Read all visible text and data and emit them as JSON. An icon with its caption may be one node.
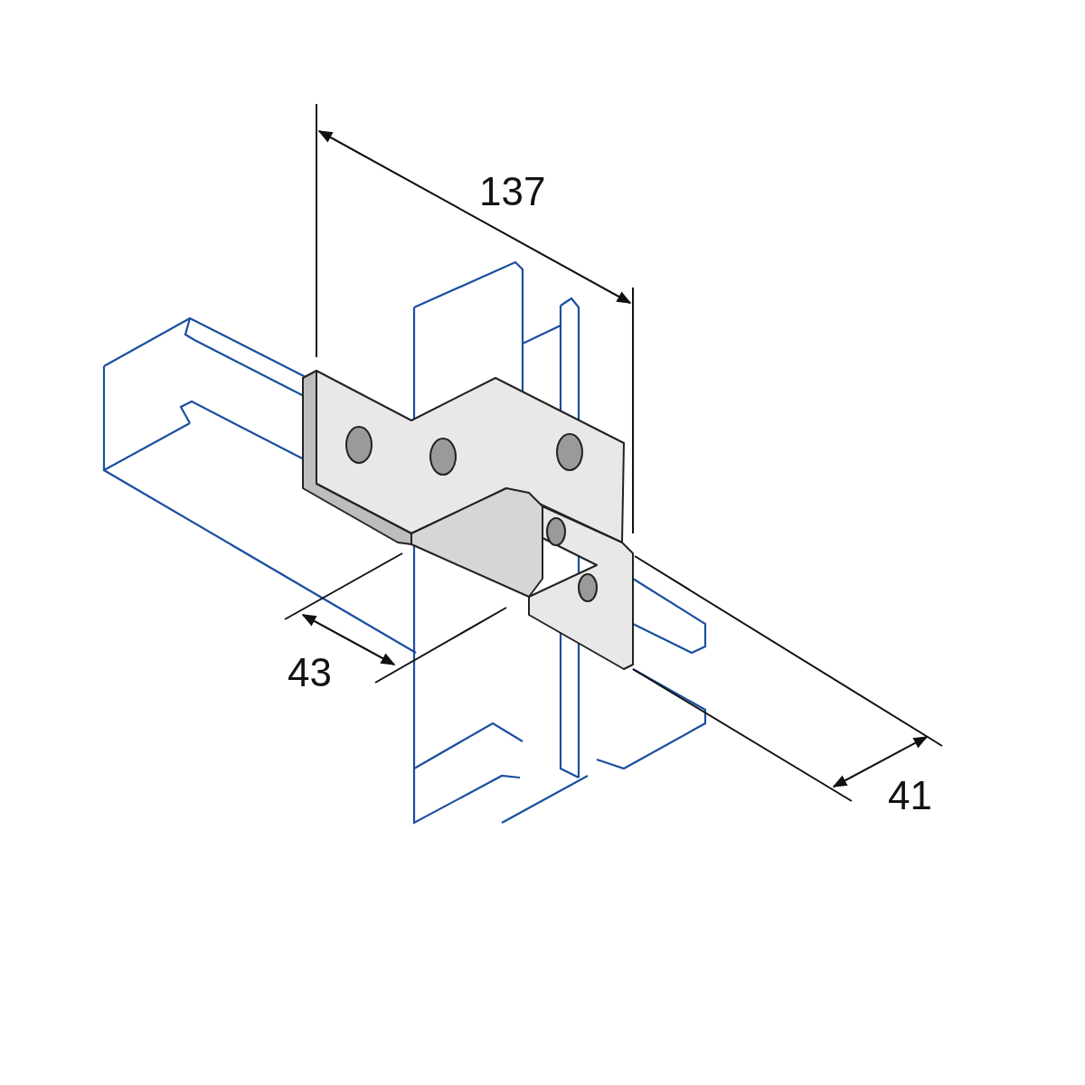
{
  "diagram": {
    "labels": [
      "137",
      "43",
      "41"
    ]
  }
}
